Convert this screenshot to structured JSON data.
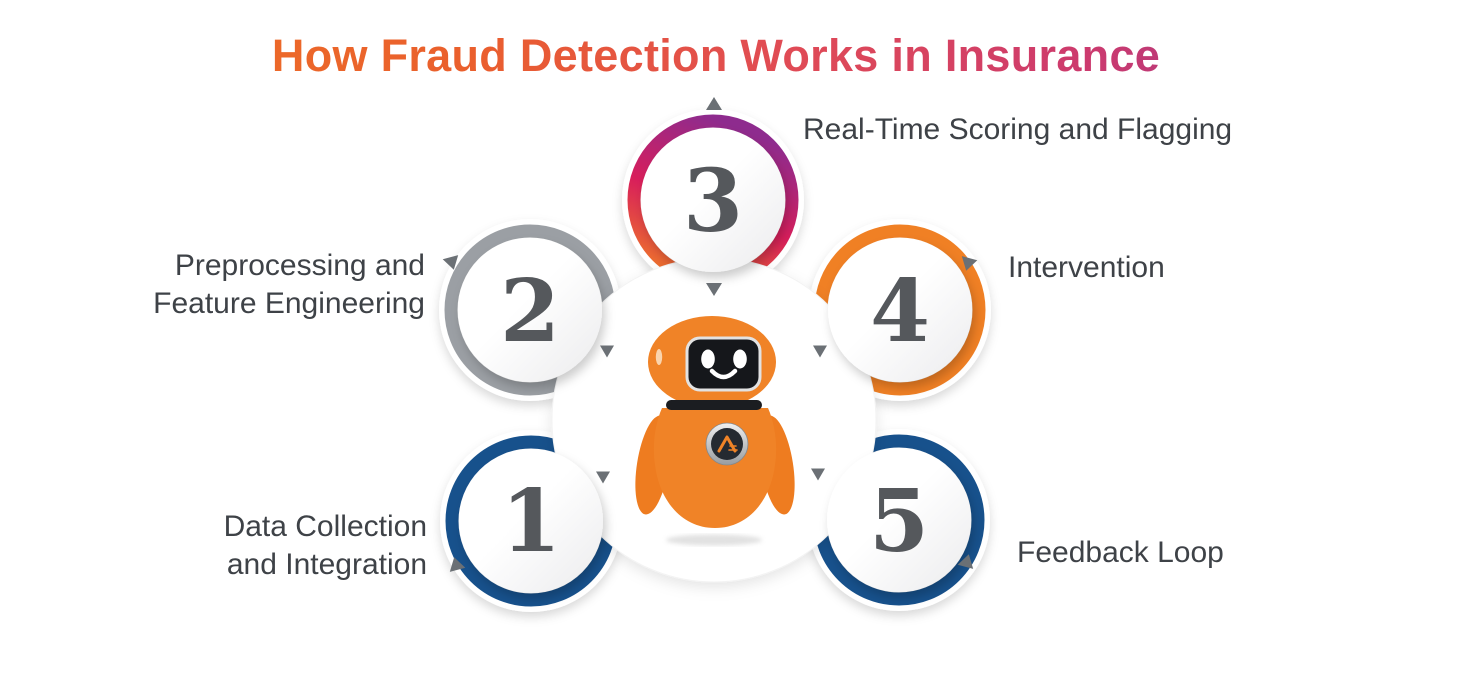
{
  "title": {
    "text": "How Fraud Detection Works in Insurance"
  },
  "steps": [
    {
      "number": "1",
      "label_lines": [
        "Data Collection",
        "and Integration"
      ],
      "ring_color": "#17518C"
    },
    {
      "number": "2",
      "label_lines": [
        "Preprocessing and",
        "Feature Engineering"
      ],
      "ring_color": "#9B9FA4"
    },
    {
      "number": "3",
      "label_lines": [
        "Real-Time Scoring and Flagging"
      ],
      "ring_gradient": [
        "#F07B27",
        "#D81E5B",
        "#8E2B8E"
      ]
    },
    {
      "number": "4",
      "label_lines": [
        "Intervention"
      ],
      "ring_color": "#F08024"
    },
    {
      "number": "5",
      "label_lines": [
        "Feedback Loop"
      ],
      "ring_color": "#17518C"
    }
  ],
  "colors": {
    "title_gradient_start": "#EE7523",
    "title_gradient_end": "#8E3A94",
    "number_text": "#55585C",
    "label_text": "#3E4247",
    "arrow": "#6B7075",
    "mascot_orange": "#F08327",
    "mascot_screen": "#15171B",
    "background": "#FFFFFF"
  },
  "decorations": {
    "flow_arrow_icon": "triangle",
    "flow_arrow_count": 10
  },
  "mascot": {
    "name": "robot-assistant-mascot",
    "badge_icon": "peak-logo"
  }
}
